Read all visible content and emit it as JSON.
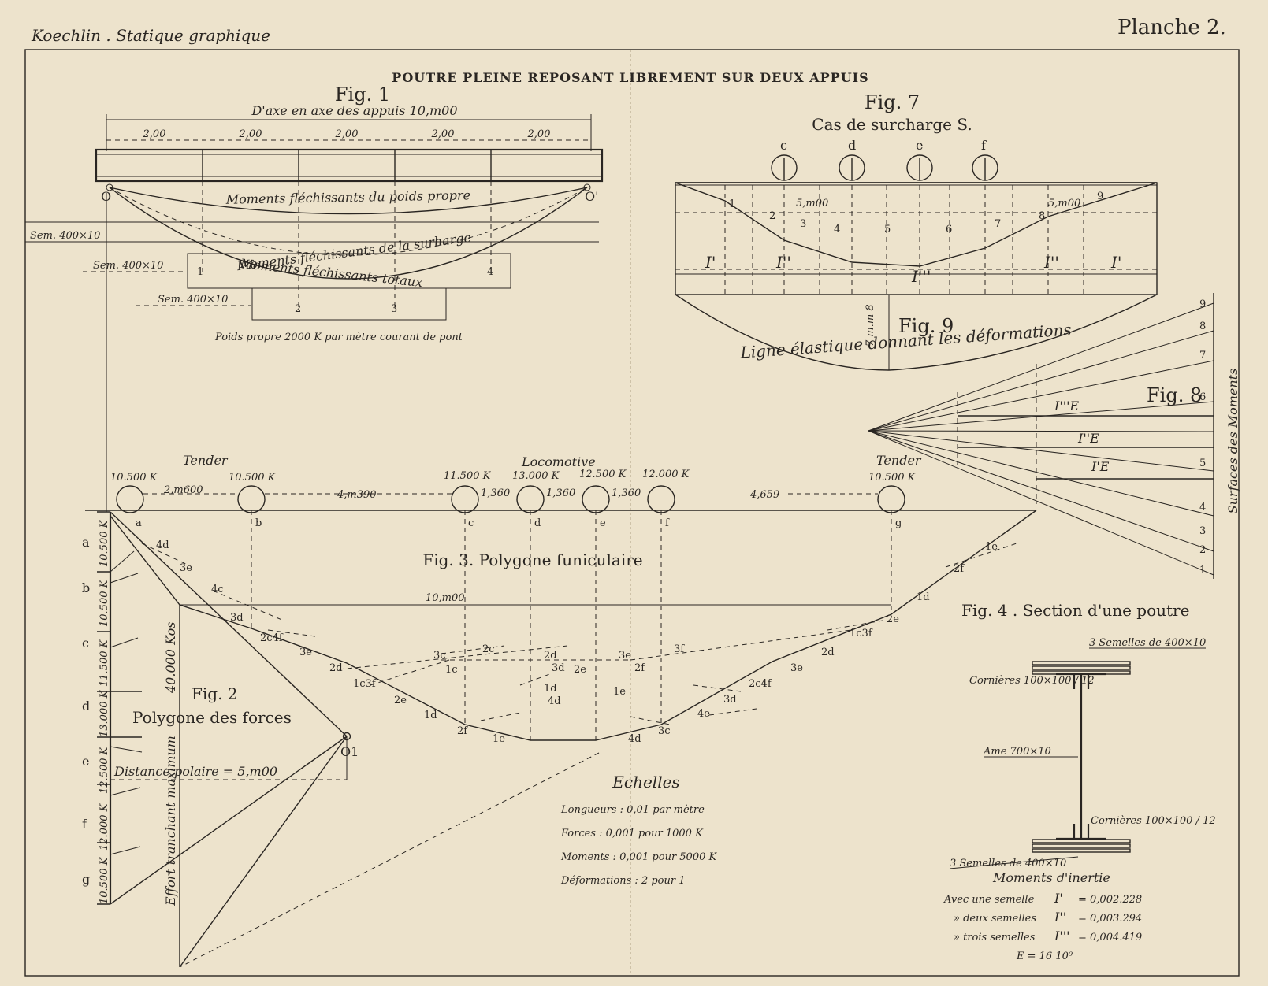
{
  "header": {
    "author": "Koechlin . Statique graphique",
    "plate": "Planche 2.",
    "title": "POUTRE PLEINE REPOSANT LIBREMENT SUR DEUX APPUIS"
  },
  "fig1": {
    "title": "Fig. 1",
    "span": "D'axe en axe des appuis 10,m00",
    "spacings": [
      "2,00",
      "2,00",
      "2,00",
      "2,00",
      "2,00"
    ],
    "support_left": "O",
    "support_right": "O'",
    "curve_dead": "Moments fléchissants du poids propre",
    "curve_live": "Moments fléchissants de la surharge",
    "curve_total": "Moments fléchissants totaux",
    "flanges": [
      "Sem. 400×10",
      "Sem. 400×10",
      "Sem. 400×10"
    ],
    "points": [
      "1",
      "2",
      "3",
      "4"
    ],
    "note": "Poids propre 2000 K par mètre courant de pont"
  },
  "fig7": {
    "title": "Fig. 7",
    "subtitle": "Cas de surcharge S.",
    "loads": [
      "c",
      "d",
      "e",
      "f"
    ],
    "dim": "5,m00",
    "points": [
      "1",
      "2",
      "3",
      "4",
      "5",
      "6",
      "7",
      "8",
      "9"
    ],
    "inertia": [
      "I'",
      "I''",
      "I'''",
      "I''",
      "I'"
    ]
  },
  "fig9": {
    "title": "Fig. 9",
    "depth": "7 m.m 8",
    "curve": "Ligne élastique donnant les déformations"
  },
  "fig8": {
    "title": "Fig. 8",
    "axis": "Surfaces des Moments",
    "ticks": [
      "1",
      "2",
      "3",
      "4",
      "5",
      "6",
      "7",
      "8",
      "9"
    ],
    "labels": [
      "I'''E",
      "I''E",
      "I'E"
    ]
  },
  "train": {
    "tender_left": "Tender",
    "locomotive": "Locomotive",
    "tender_right": "Tender",
    "loads": [
      "10.500 K",
      "10.500 K",
      "11.500 K",
      "13.000 K",
      "12.500 K",
      "12.000 K",
      "10.500 K"
    ],
    "letters": [
      "a",
      "b",
      "c",
      "d",
      "e",
      "f",
      "g"
    ],
    "spacings": [
      "2,m600",
      "4,m390",
      "1,360",
      "1,360",
      "1,360",
      "4,659"
    ]
  },
  "fig3": {
    "title": "Fig. 3. Polygone funiculaire",
    "span": "10,m00",
    "labels": [
      "4d",
      "3e",
      "4c",
      "3d",
      "2c4f",
      "3e",
      "2d",
      "1c3f",
      "2e",
      "1d",
      "2f",
      "1e",
      "4d",
      "3c",
      "4e",
      "3d",
      "2c4f",
      "3e",
      "2d",
      "1c3f",
      "2e",
      "1d",
      "2f",
      "1e",
      "3c",
      "2c",
      "2d",
      "3d",
      "3e",
      "1c",
      "2e",
      "2f",
      "3f",
      "1d",
      "4d",
      "1e"
    ]
  },
  "fig2": {
    "title": "Fig. 2",
    "subtitle": "Polygone des forces",
    "force": "40.000 Kos",
    "shear": "Effort tranchant maximum",
    "pole": "O1",
    "distance": "Distance polaire = 5,m00",
    "letters": [
      "a",
      "b",
      "c",
      "d",
      "e",
      "f",
      "g"
    ],
    "loads": [
      "10.500 K",
      "10.500 K",
      "11.500 K",
      "13.000 K",
      "12.500 K",
      "12.000 K",
      "10.500 K"
    ]
  },
  "scales": {
    "title": "Echelles",
    "lines": [
      "Longueurs : 0,01 par mètre",
      "Forces : 0,001 pour 1000 K",
      "Moments : 0,001 pour 5000 K",
      "Déformations : 2 pour 1"
    ]
  },
  "fig4": {
    "title": "Fig. 4 . Section d'une poutre",
    "top_flanges": "3 Semelles de 400×10",
    "top_angles": "Cornières 100×100 / 12",
    "web": "Ame 700×10",
    "bottom_angles": "Cornières 100×100 / 12",
    "bottom_flanges": "3 Semelles de 400×10",
    "inertia_title": "Moments d'inertie",
    "inertia": [
      {
        "label": "Avec une semelle",
        "sym": "I'",
        "val": "= 0,002.228"
      },
      {
        "label": "»  deux semelles",
        "sym": "I''",
        "val": "= 0,003.294"
      },
      {
        "label": "»  trois semelles",
        "sym": "I'''",
        "val": "= 0,004.419"
      }
    ],
    "modulus": "E = 16 10⁹"
  }
}
